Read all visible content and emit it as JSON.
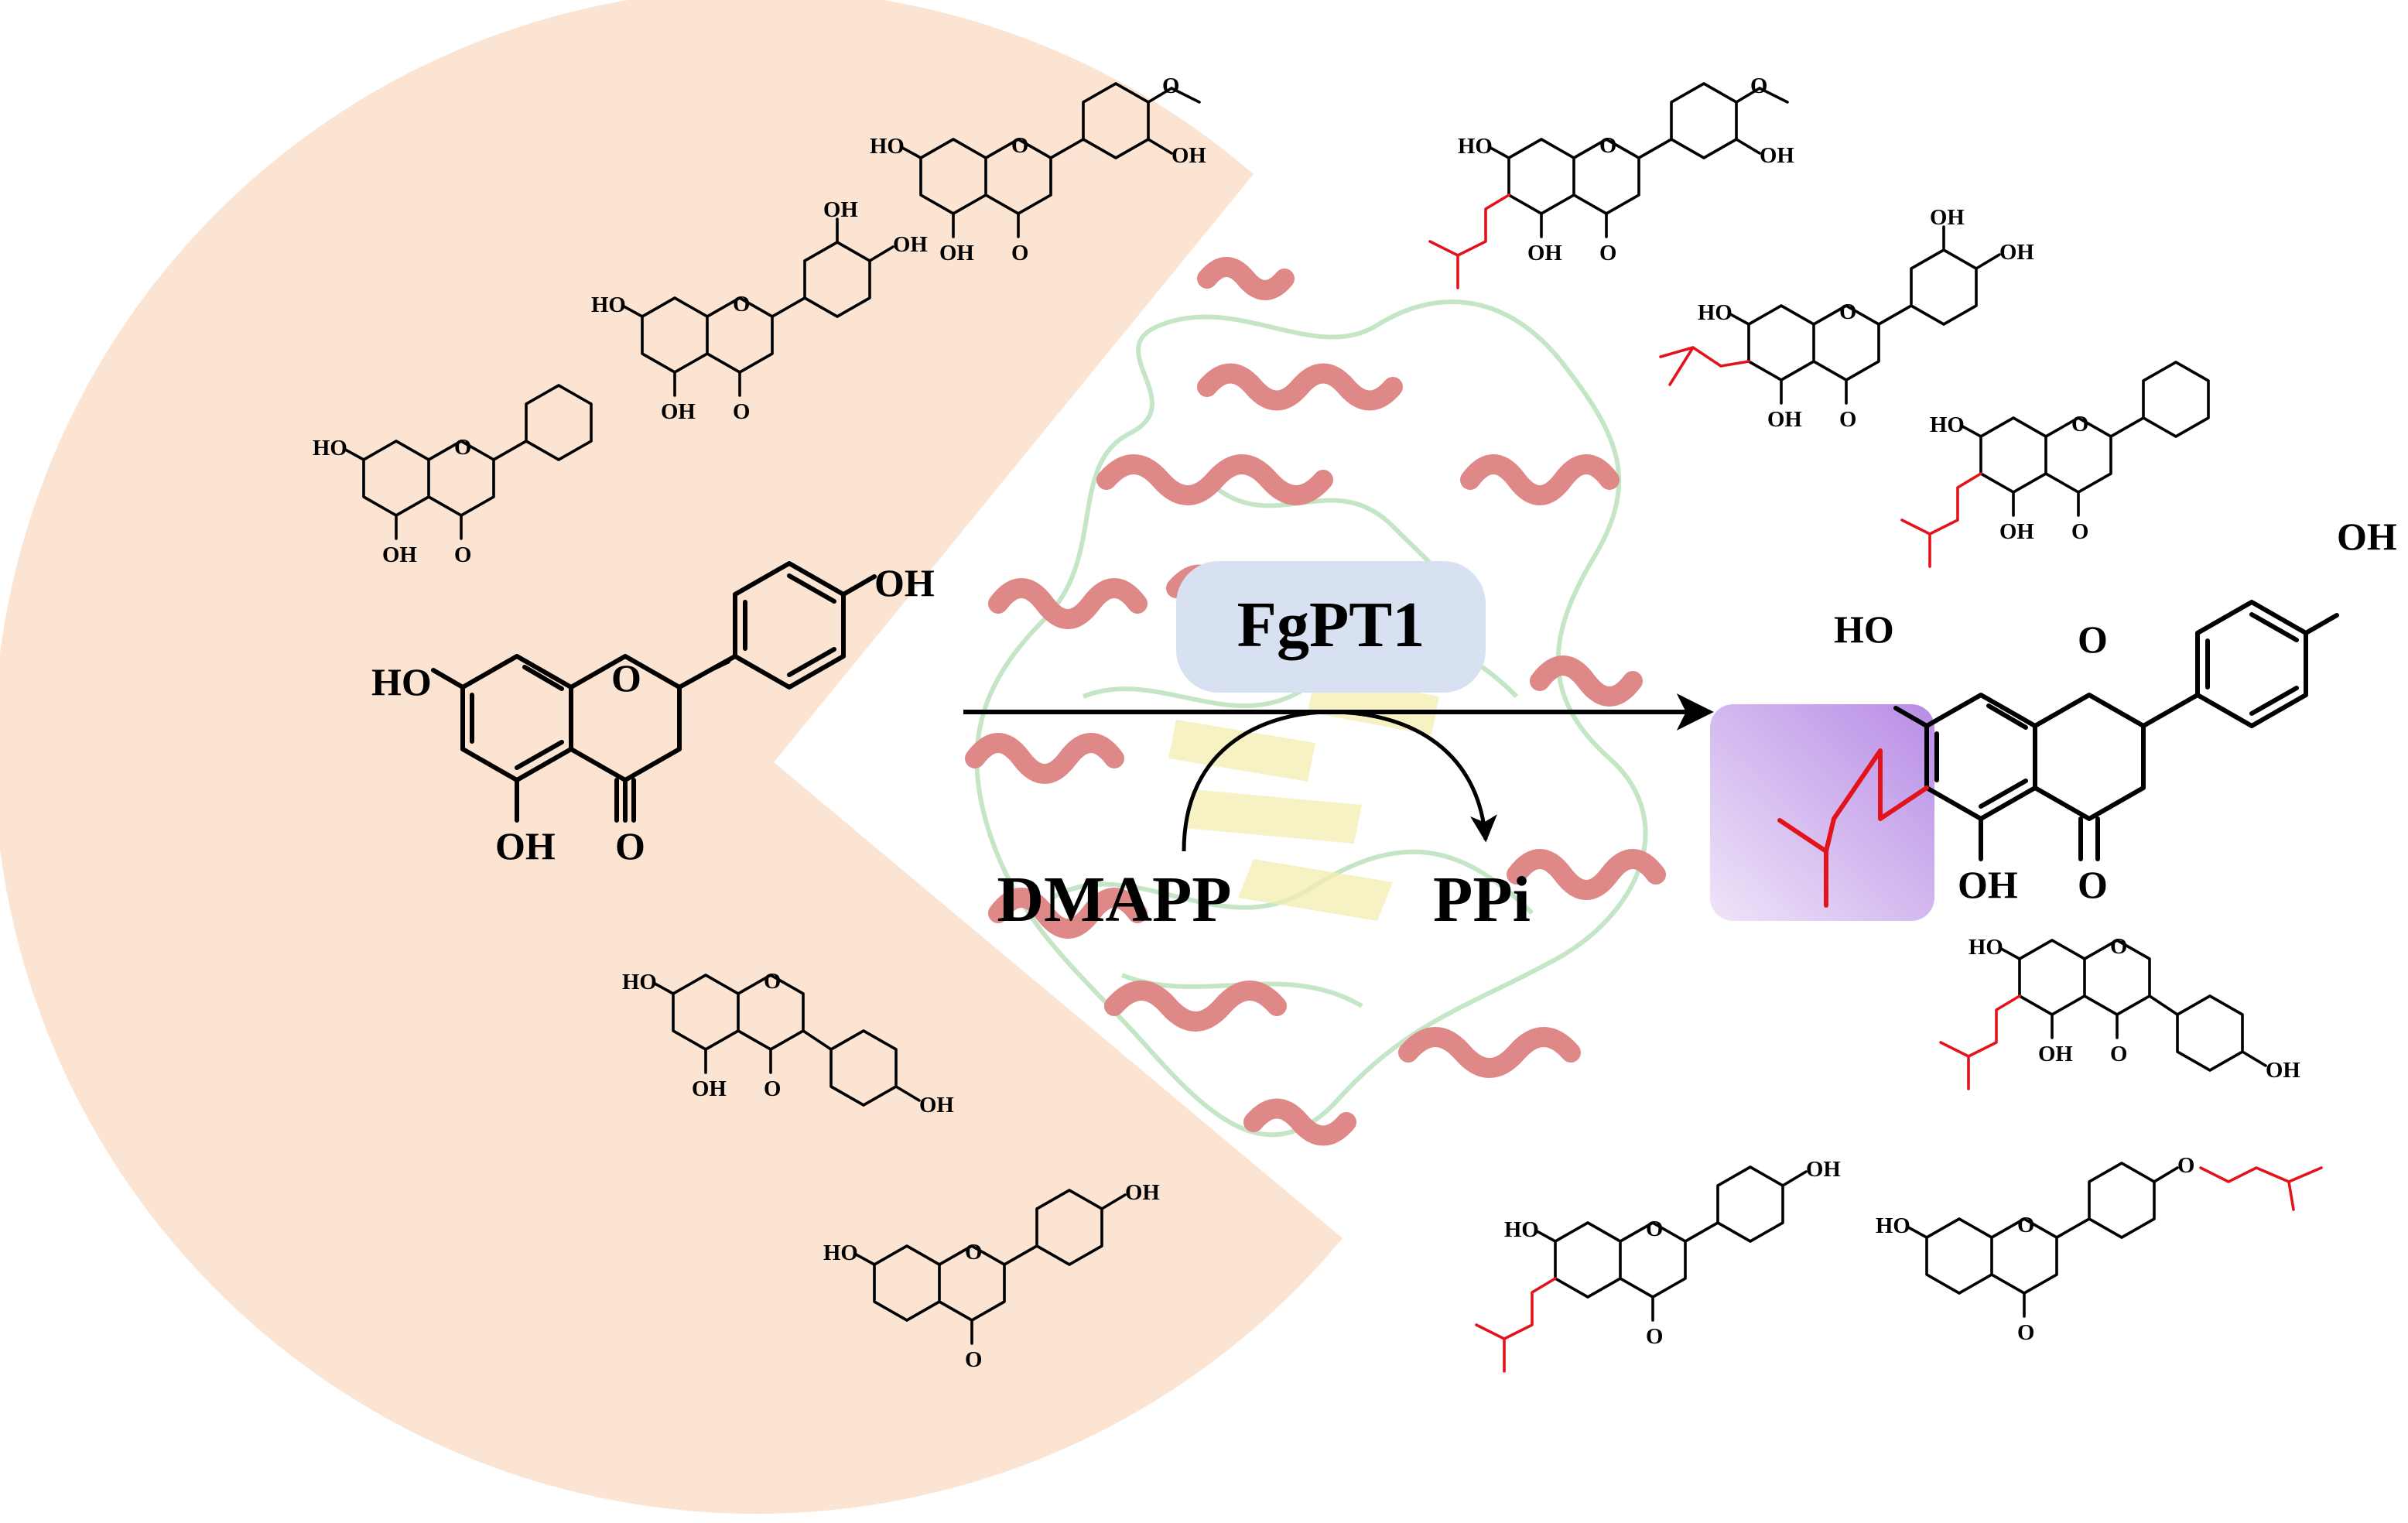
{
  "colors": {
    "substrate_sector": "#fbe4d2",
    "enzyme_pill": "#d7e1f1",
    "prenyl": "#e3131b",
    "highlight_start": "#eee5f8",
    "highlight_end": "#b88ce6",
    "helix": "#c62828",
    "loop": "#7bc47f",
    "sheet": "#e8e070"
  },
  "enzyme": {
    "label": "FgPT1"
  },
  "cofactor": {
    "donor_label": "DMAPP",
    "byproduct_label": "PPi"
  },
  "atoms": {
    "OH": "OH",
    "HO": "HO",
    "O": "O"
  },
  "icons": [
    "protein-ribbon-icon",
    "reaction-arrow-icon",
    "curved-arrow-icon"
  ]
}
